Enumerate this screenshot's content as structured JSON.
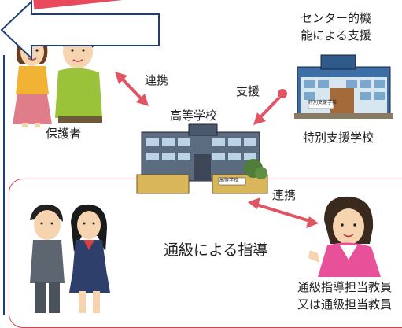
{
  "labels": {
    "parents": "保護者",
    "high_school": "高等学校",
    "special_school": "特別支援学校",
    "center_function_line1": "センター的機",
    "center_function_line2": "能による支援",
    "cooperation_1": "連携",
    "support": "支援",
    "cooperation_2": "連携",
    "tsukyu_guidance": "通級による指導",
    "teacher_line1": "通級指導担当教員",
    "teacher_line2": "又は通級担当教員"
  },
  "signs": {
    "special_school_sign": "特別支援学校",
    "high_school_sign": "高等学校"
  },
  "colors": {
    "accent_red": "#e8495b",
    "panel_border": "#d8424e",
    "frame_blue": "#1f3f7a",
    "arrow_red": "#e05564"
  }
}
